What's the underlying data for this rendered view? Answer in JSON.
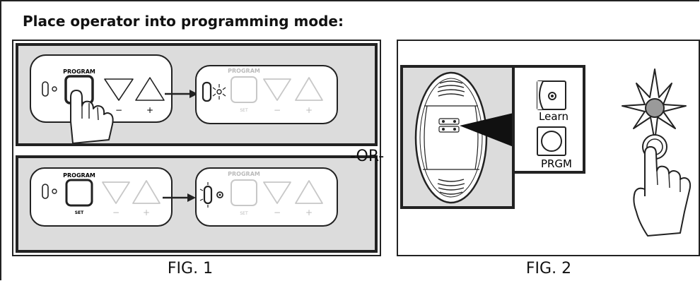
{
  "heading": "Place operator into programming mode:",
  "separator": "-OR-",
  "fig1": {
    "caption": "FIG. 1",
    "panel_program_label": "PROGRAM",
    "panel_set_label": "SET",
    "minus_label": "−",
    "plus_label": "+"
  },
  "fig2": {
    "caption": "FIG. 2",
    "learn_label": "Learn",
    "prgm_label": "PRGM"
  },
  "colors": {
    "panel_fill": "#dcdcdc",
    "line": "#222222",
    "light_gray": "#c8c8c8",
    "led_lit": "#9a9a9a"
  }
}
